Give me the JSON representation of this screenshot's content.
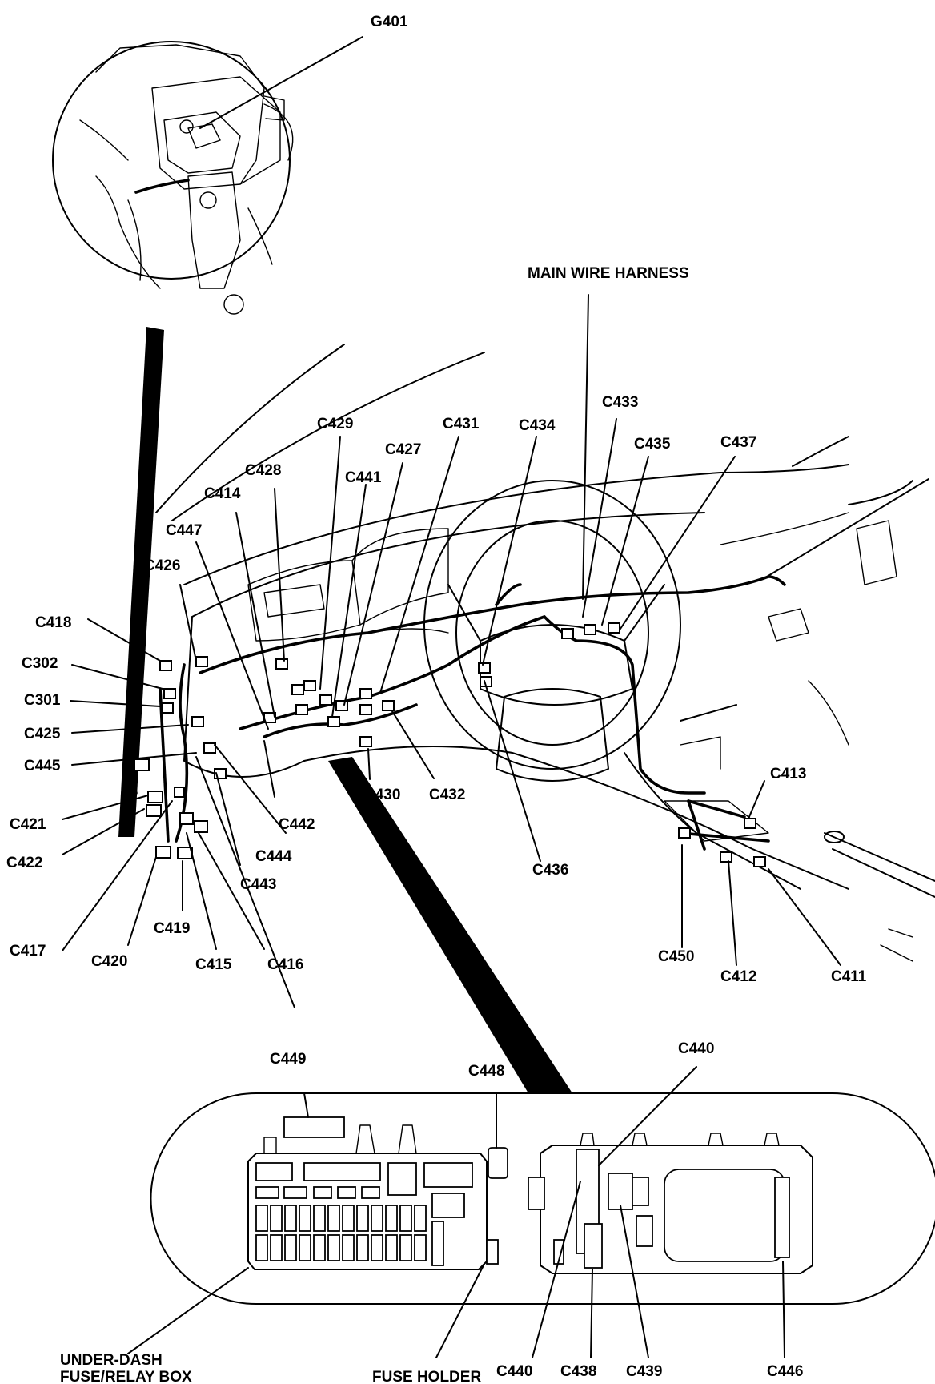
{
  "labels": {
    "g401": "G401",
    "main_harness": "MAIN WIRE HARNESS",
    "c433": "C433",
    "c429": "C429",
    "c431": "C431",
    "c434": "C434",
    "c435": "C435",
    "c437": "C437",
    "c427": "C427",
    "c441": "C441",
    "c428": "C428",
    "c414": "C414",
    "c447": "C447",
    "c426": "C426",
    "c418": "C418",
    "c302": "C302",
    "c301": "C301",
    "c425": "C425",
    "c445": "C445",
    "c421": "C421",
    "c422": "C422",
    "c417": "C417",
    "c420": "C420",
    "c419": "C419",
    "c415": "C415",
    "c416": "C416",
    "c443": "C443",
    "c444": "C444",
    "c442": "C442",
    "c430": "C430",
    "c432": "C432",
    "c436": "C436",
    "c413": "C413",
    "c450": "C450",
    "c412": "C412",
    "c411": "C411",
    "c449": "C449",
    "c448": "C448",
    "c440_top": "C440",
    "c440_bottom": "C440",
    "c438": "C438",
    "c439": "C439",
    "c446": "C446",
    "under_dash_1": "UNDER-DASH",
    "under_dash_2": "FUSE/RELAY BOX",
    "fuse_holder": "FUSE HOLDER"
  }
}
